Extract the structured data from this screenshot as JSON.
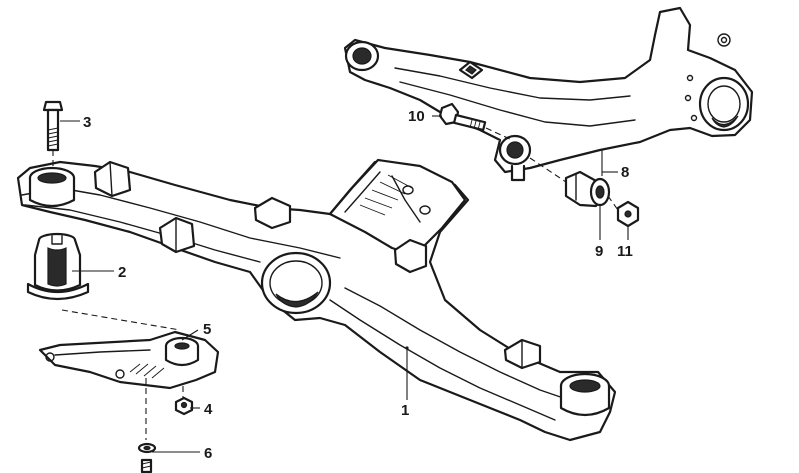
{
  "callouts": [
    {
      "id": "1",
      "label": "1"
    },
    {
      "id": "2",
      "label": "2"
    },
    {
      "id": "3",
      "label": "3"
    },
    {
      "id": "4",
      "label": "4"
    },
    {
      "id": "5",
      "label": "5"
    },
    {
      "id": "6",
      "label": "6"
    },
    {
      "id": "8",
      "label": "8"
    },
    {
      "id": "9",
      "label": "9"
    },
    {
      "id": "10",
      "label": "10"
    },
    {
      "id": "11",
      "label": "11"
    }
  ],
  "line_color": "#1a1a1a",
  "background": "#ffffff"
}
